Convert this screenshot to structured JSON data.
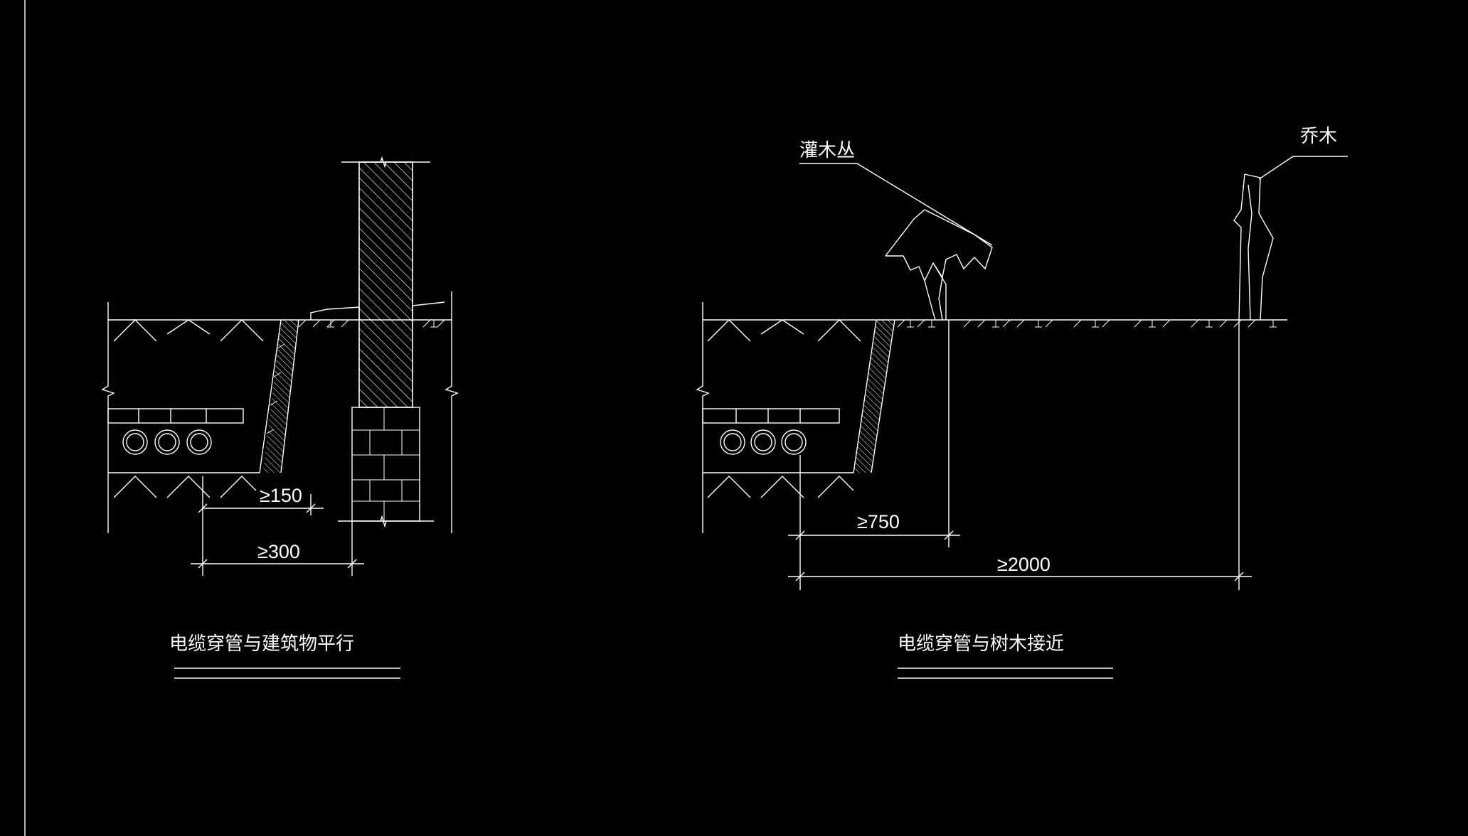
{
  "drawing": {
    "background_color": "#000000",
    "line_color": "#ffffff",
    "left_detail": {
      "title": "电缆穿管与建筑物平行",
      "dim_small": "≥150",
      "dim_large": "≥300",
      "conduit_count": 3
    },
    "right_detail": {
      "title": "电缆穿管与树木接近",
      "label_shrub": "灌木丛",
      "label_tree": "乔木",
      "dim_small": "≥750",
      "dim_large": "≥2000",
      "conduit_count": 3
    }
  }
}
